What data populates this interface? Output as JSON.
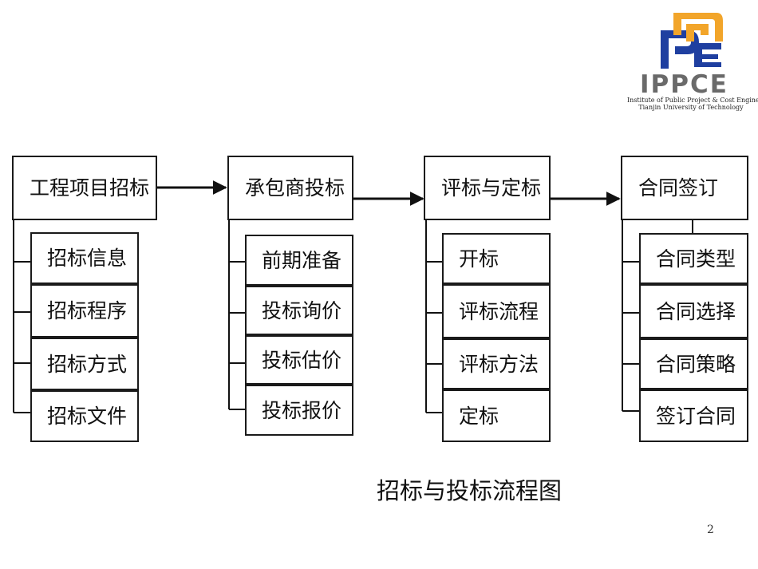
{
  "logo": {
    "name": "IPPCE",
    "line1": "Institute of Public Project & Cost Engineering",
    "line2": "Tianjin University of Technology",
    "colors": {
      "blue": "#1f3fa0",
      "orange": "#f2a52a"
    }
  },
  "stages": [
    {
      "title": "工程项目招标",
      "items": [
        "招标信息",
        "招标程序",
        "招标方式",
        "招标文件"
      ]
    },
    {
      "title": "承包商投标",
      "items": [
        "前期准备",
        "投标询价",
        "投标估价",
        "投标报价"
      ]
    },
    {
      "title": "评标与定标",
      "items": [
        "开标",
        "评标流程",
        "评标方法",
        "定标"
      ]
    },
    {
      "title": "合同签订",
      "items": [
        "合同类型",
        "合同选择",
        "合同策略",
        "签订合同"
      ]
    }
  ],
  "caption": "招标与投标流程图",
  "page_number": "2"
}
